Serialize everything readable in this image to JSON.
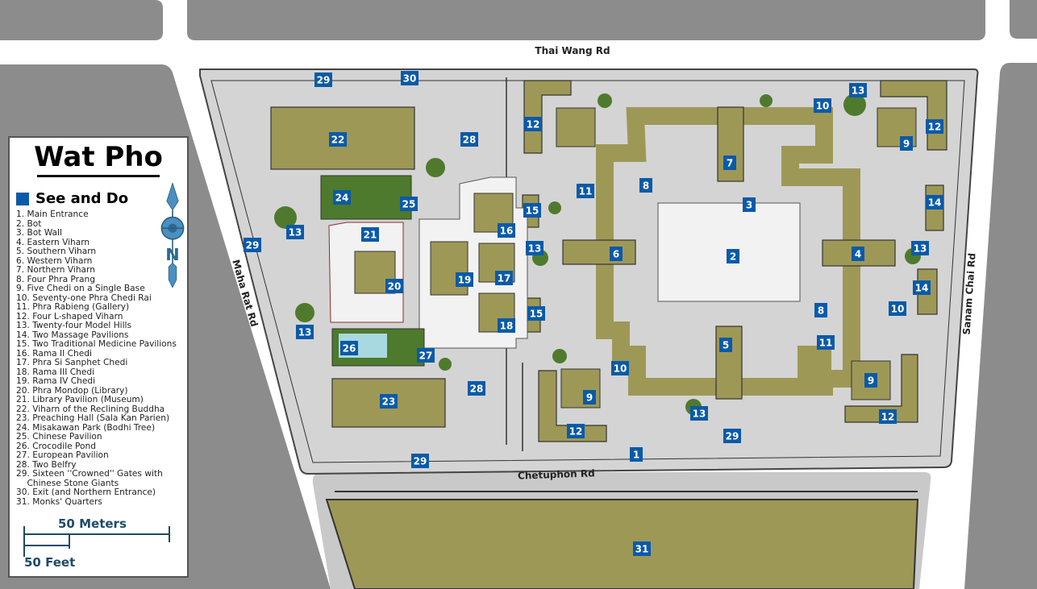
{
  "colors": {
    "building": "#9e9857",
    "ground": "#d4d4d4",
    "blocks": "#8c8c8c",
    "marker": "#0a5aa8",
    "tree": "#4f7a2e",
    "park": "#4d7a2c"
  },
  "roads": {
    "north": "Thai Wang Rd",
    "south": "Chetuphon Rd",
    "west": "Maha Rat Rd",
    "east": "Sanam Chai Rd"
  },
  "legend": {
    "title": "Wat Pho",
    "section": "See and Do",
    "compass_letter": "N",
    "items": [
      "1. Main Entrance",
      "2. Bot",
      "3. Bot Wall",
      "4. Eastern Viharn",
      "5. Southern Viharn",
      "6. Western Viharn",
      "7. Northern Viharn",
      "8. Four Phra Prang",
      "9. Five Chedi on a Single Base",
      "10. Seventy-one Phra Chedi Rai",
      "11. Phra Rabieng (Gallery)",
      "12. Four L-shaped Viharn",
      "13. Twenty-four Model Hills",
      "14. Two Massage Pavilions",
      "15. Two Traditional Medicine Pavilions",
      "16. Rama II Chedi",
      "17. Phra Si Sanphet Chedi",
      "18. Rama III Chedi",
      "19. Rama IV Chedi",
      "20. Phra Mondop (Library)",
      "21. Library Pavilion (Museum)",
      "22. Viharn of the Reclining Buddha",
      "23. Preaching Hall (Sala Kan Parien)",
      "24. Misakawan Park (Bodhi Tree)",
      "25. Chinese Pavilion",
      "26. Crocodile Pond",
      "27. European Pavilion",
      "28. Two Belfry",
      "29. Sixteen ''Crowned'' Gates with\n    Chinese Stone Giants",
      "30. Exit (and Northern Entrance)",
      "31. Monks' Quarters"
    ],
    "scale_meters": "50 Meters",
    "scale_feet": "50 Feet"
  },
  "markers": [
    "1",
    "2",
    "3",
    "4",
    "5",
    "6",
    "7",
    "8",
    "8",
    "9",
    "9",
    "9",
    "10",
    "10",
    "10",
    "11",
    "11",
    "12",
    "12",
    "12",
    "12",
    "13",
    "13",
    "13",
    "13",
    "13",
    "13",
    "14",
    "14",
    "15",
    "15",
    "16",
    "17",
    "18",
    "19",
    "20",
    "21",
    "22",
    "23",
    "24",
    "25",
    "26",
    "27",
    "28",
    "28",
    "29",
    "29",
    "29",
    "29",
    "30",
    "31"
  ]
}
